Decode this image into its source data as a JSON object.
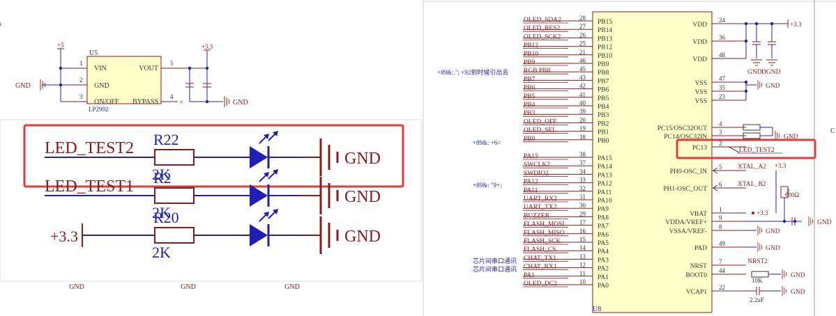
{
  "colors": {
    "red": "#8b1a1a",
    "blue": "#1f1fb8",
    "frame": "#e33b3b",
    "dark": "#333333"
  },
  "left_top": {
    "ref": "U5",
    "part": "LP2992",
    "vin": "VIN",
    "gnd": "GND",
    "onoff": "ON/OFF",
    "vout": "VOUT",
    "bypass": "BYPASS",
    "pin1": "1",
    "pin2": "2",
    "pin3": "3",
    "pin5": "5",
    "pin4": "4",
    "in_rail": "+5",
    "out_rail": "+3.3",
    "gnd_left": "GND",
    "gnd_right": "GND",
    "cross": "×"
  },
  "left_partial": "s",
  "zoom": {
    "row1_net": "LED_TEST2",
    "row1_res": "R22",
    "row1_val": "2K",
    "row2_net": "LED_TEST1",
    "row2_res": "R2",
    "row2_val": "2K",
    "row3_net": "+3.3",
    "row3_res": "R20",
    "row3_val": "2K",
    "gnd": "GND"
  },
  "bottom_gnds": [
    "GND",
    "GND",
    "GND"
  ],
  "mcu": {
    "ref": "U8",
    "left_pins": [
      {
        "net": "OLED_SDA2",
        "num": "28",
        "name": "PB15"
      },
      {
        "net": "OLED_RES2",
        "num": "27",
        "name": "PB14"
      },
      {
        "net": "OLED_SCK2",
        "num": "26",
        "name": "PB13"
      },
      {
        "net": "PB12",
        "num": "25",
        "name": "PB12"
      },
      {
        "net": "PB10",
        "num": "21",
        "name": "PB10"
      },
      {
        "net": "PB9",
        "num": "46",
        "name": "PB9"
      },
      {
        "net": "RGB    PB8",
        "num": "45",
        "name": "PB8"
      },
      {
        "net": "PB7",
        "num": "43",
        "name": "PB7"
      },
      {
        "net": "PB6",
        "num": "42",
        "name": "PB6"
      },
      {
        "net": "PB5",
        "num": "41",
        "name": "PB5"
      },
      {
        "net": "PB4",
        "num": "40",
        "name": "PB4"
      },
      {
        "net": "PB3",
        "num": "39",
        "name": "PB3"
      },
      {
        "net": "OLED_OFF",
        "num": "20",
        "name": "PB2"
      },
      {
        "net": "OLED_SEL",
        "num": "19",
        "name": "PB1"
      },
      {
        "net": "PB0",
        "num": "18",
        "name": "PB0"
      },
      {
        "net": "PA15",
        "num": "38",
        "name": "PA15"
      },
      {
        "net": "SWCLK2",
        "num": "37",
        "name": "PA14"
      },
      {
        "net": "SWDIO2",
        "num": "34",
        "name": "PA13"
      },
      {
        "net": "PA12",
        "num": "33",
        "name": "PA12"
      },
      {
        "net": "PA11",
        "num": "32",
        "name": "PA11"
      },
      {
        "net": "UART_RX2",
        "num": "31",
        "name": "PA10"
      },
      {
        "net": "UART_TX2",
        "num": "30",
        "name": "PA9"
      },
      {
        "net": "BUZZER",
        "num": "29",
        "name": "PA8"
      },
      {
        "net": "FLASH_MOSI",
        "num": "17",
        "name": "PA7"
      },
      {
        "net": "FLASH_MISO",
        "num": "16",
        "name": "PA6"
      },
      {
        "net": "FLASH_SCK",
        "num": "15",
        "name": "PA5"
      },
      {
        "net": "FLASH_CS",
        "num": "14",
        "name": "PA4"
      },
      {
        "net": "CHAT_TX1",
        "num": "13",
        "name": "PA3"
      },
      {
        "net": "CHAT_RX1",
        "num": "12",
        "name": "PA2"
      },
      {
        "net": "PA1",
        "num": "11",
        "name": "PA1"
      },
      {
        "net": "OLED_DC2",
        "num": "10",
        "name": "PA0"
      }
    ],
    "right_pins": [
      {
        "name": "VDD",
        "num": "24"
      },
      {
        "name": "VDD",
        "num": "36"
      },
      {
        "name": "VDD",
        "num": "48"
      },
      {
        "name": "VSS",
        "num": "47"
      },
      {
        "name": "VSS",
        "num": "35"
      },
      {
        "name": "VSS",
        "num": "23"
      },
      {
        "name": "PC15/OSC32OUT",
        "num": "4"
      },
      {
        "name": "PC14/OSC32IN",
        "num": "3"
      },
      {
        "name": "PC13",
        "num": "2"
      },
      {
        "name": "PH0-OSC_IN",
        "num": "5"
      },
      {
        "name": "PH1-OSC_OUT",
        "num": "6"
      },
      {
        "name": "VBAT",
        "num": "1"
      },
      {
        "name": "VDDA/VREF+",
        "num": "9"
      },
      {
        "name": "VSSA/VREF-",
        "num": "8"
      },
      {
        "name": "PAD",
        "num": "49"
      },
      {
        "name": "NRST",
        "num": "7"
      },
      {
        "name": "BOOT0",
        "num": "44"
      },
      {
        "name": "VCAP1",
        "num": "22"
      }
    ],
    "labels": {
      "rail33": "+3.3",
      "gnd": "GND",
      "gnd_pair_a": "GND",
      "gnd_pair_b": "DGND",
      "pc13_net": "LED_TEST2",
      "xtal_a": "XTAL_A2",
      "xtal_b": "XTAL_B2",
      "ferrite": "600Ω",
      "ferrite_num": "2",
      "vbat_rail": "+3.3",
      "nrst_net": "NRST2",
      "boot_res": "10K",
      "cap_val": "2.2uF",
      "edge_letter": "C"
    },
    "annotations": {
      "a1": "+89&: \"; +92到时候引出去",
      "a2": "+89&: +6<",
      "a3": "+89&: \"9+;",
      "a4": "芯片间串口通讯",
      "a5": "芯片间串口通讯"
    }
  }
}
